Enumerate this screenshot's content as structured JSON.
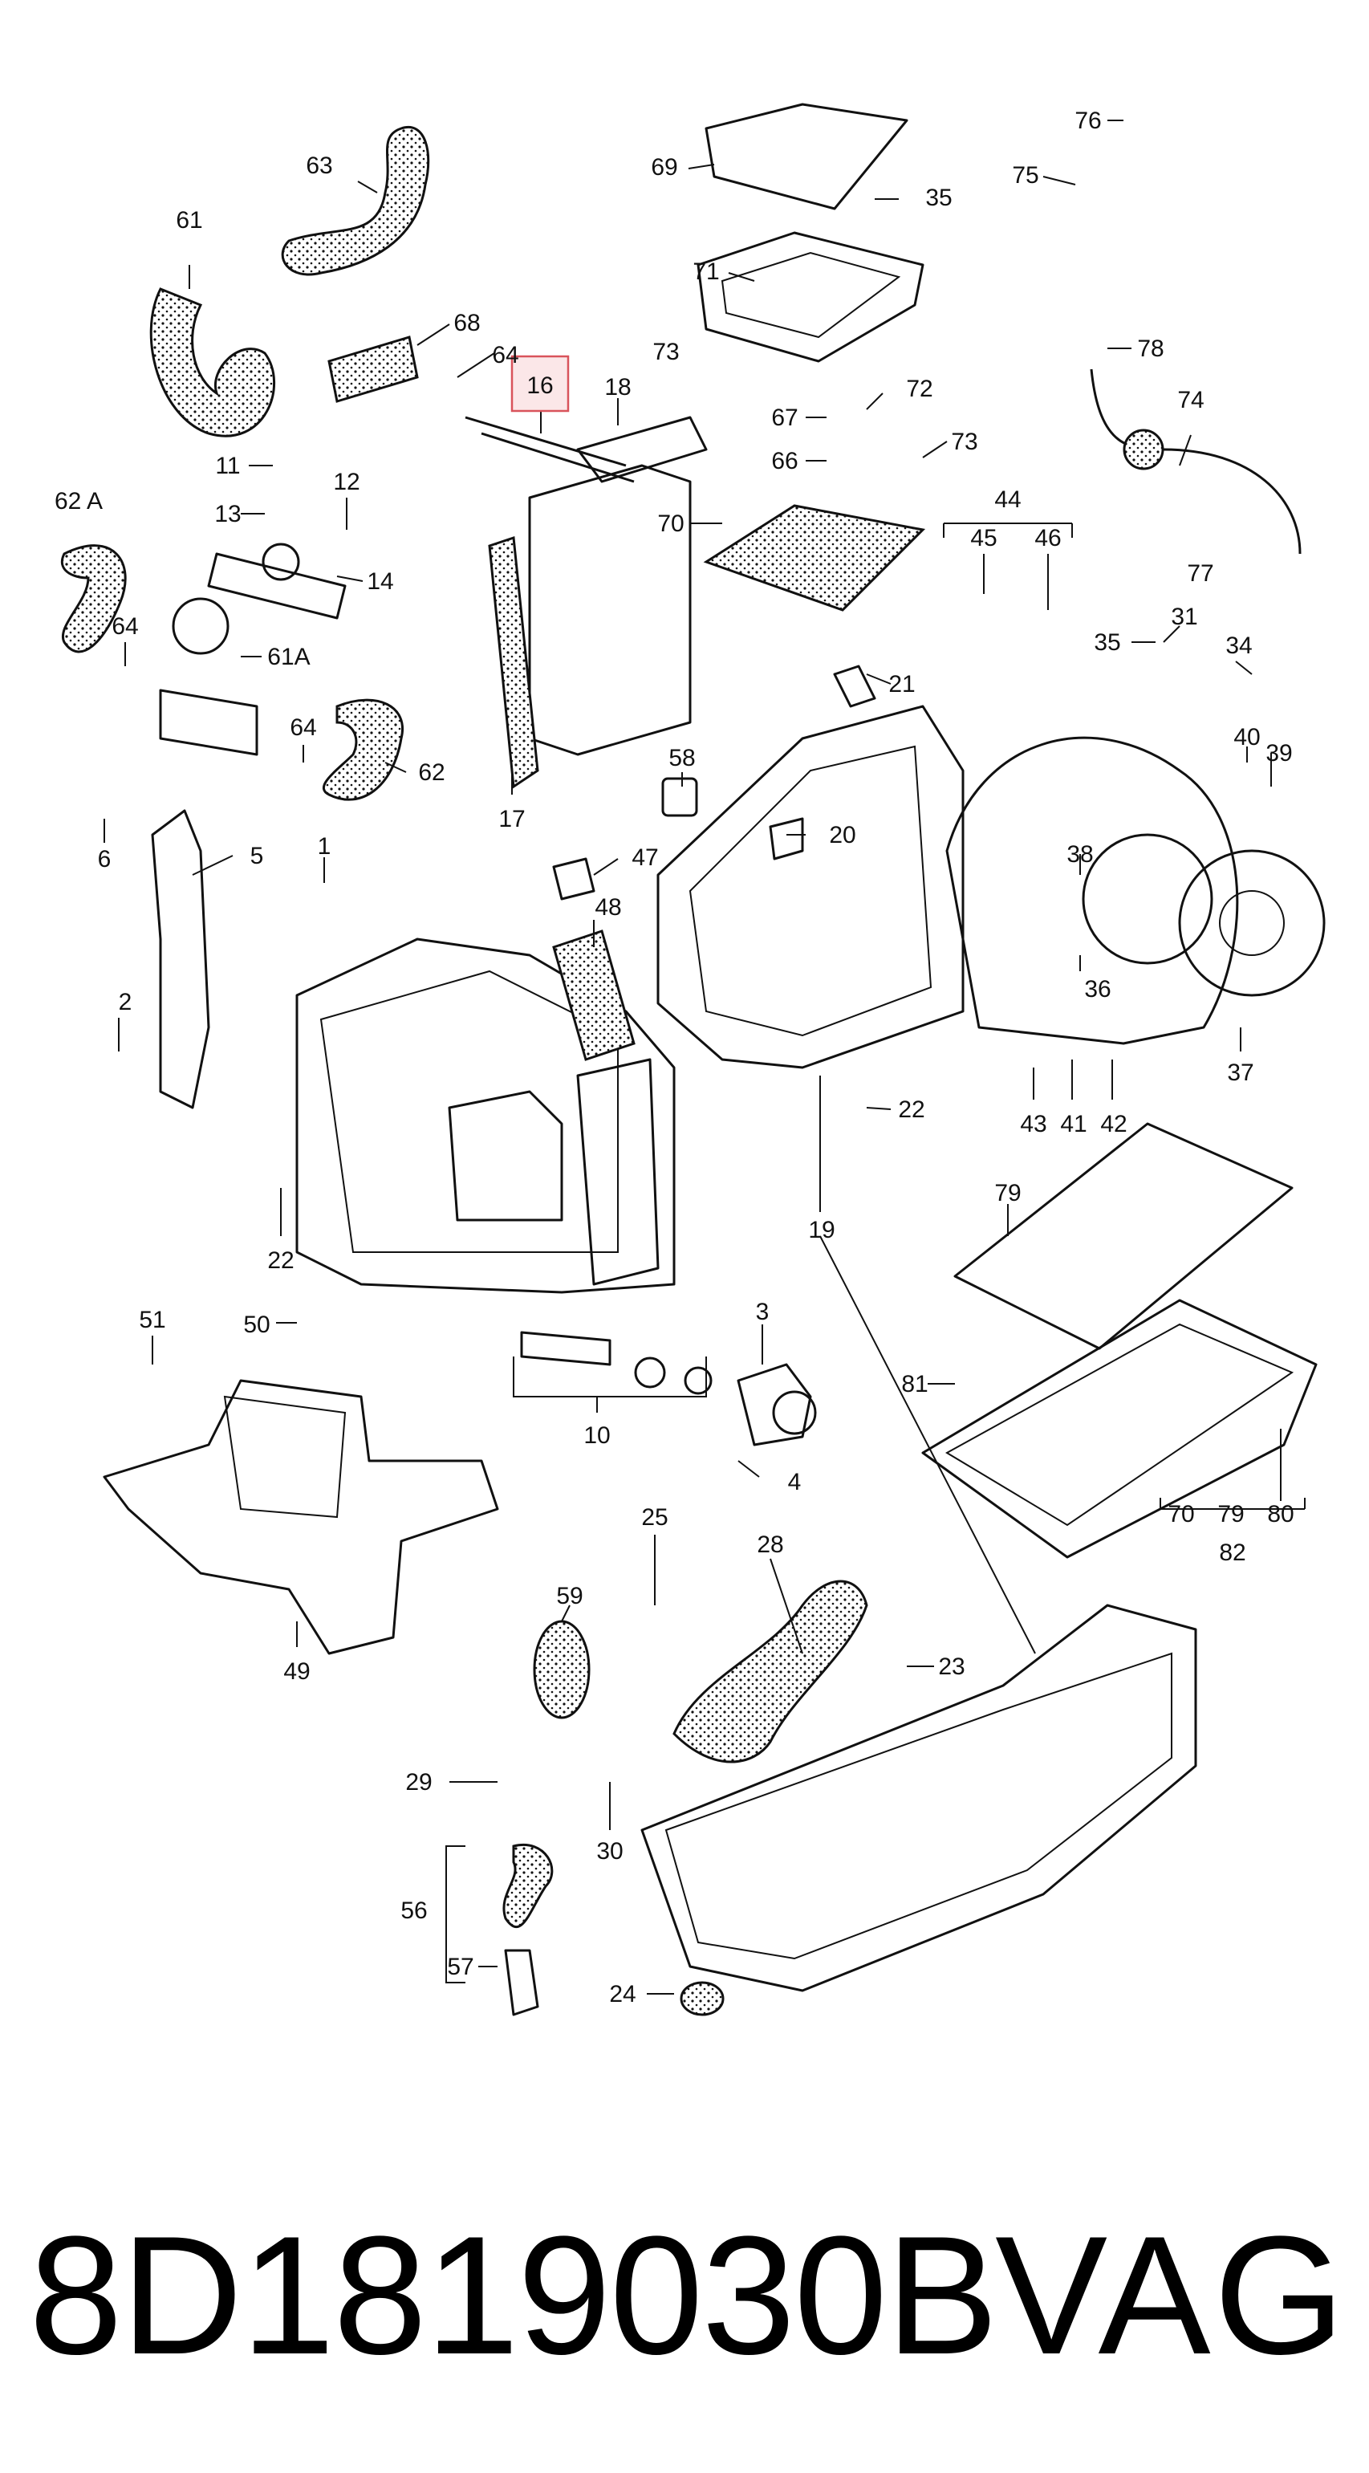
{
  "diagram": {
    "labels": [
      {
        "id": "63",
        "text": "63"
      },
      {
        "id": "61",
        "text": "61"
      },
      {
        "id": "68",
        "text": "68"
      },
      {
        "id": "64a",
        "text": "64"
      },
      {
        "id": "16",
        "text": "16"
      },
      {
        "id": "18",
        "text": "18"
      },
      {
        "id": "69",
        "text": "69"
      },
      {
        "id": "35a",
        "text": "35"
      },
      {
        "id": "76",
        "text": "76"
      },
      {
        "id": "75",
        "text": "75"
      },
      {
        "id": "71",
        "text": "71"
      },
      {
        "id": "78",
        "text": "78"
      },
      {
        "id": "73a",
        "text": "73"
      },
      {
        "id": "67",
        "text": "67"
      },
      {
        "id": "72",
        "text": "72"
      },
      {
        "id": "74",
        "text": "74"
      },
      {
        "id": "11",
        "text": "11"
      },
      {
        "id": "12",
        "text": "12"
      },
      {
        "id": "66",
        "text": "66"
      },
      {
        "id": "73b",
        "text": "73"
      },
      {
        "id": "62A",
        "text": "62 A"
      },
      {
        "id": "13",
        "text": "13"
      },
      {
        "id": "14",
        "text": "14"
      },
      {
        "id": "70",
        "text": "70"
      },
      {
        "id": "44",
        "text": "44"
      },
      {
        "id": "45",
        "text": "45"
      },
      {
        "id": "46",
        "text": "46"
      },
      {
        "id": "77",
        "text": "77"
      },
      {
        "id": "64b",
        "text": "64"
      },
      {
        "id": "61A",
        "text": "61A"
      },
      {
        "id": "31",
        "text": "31"
      },
      {
        "id": "35b",
        "text": "35"
      },
      {
        "id": "34",
        "text": "34"
      },
      {
        "id": "21",
        "text": "21"
      },
      {
        "id": "64c",
        "text": "64"
      },
      {
        "id": "62",
        "text": "62"
      },
      {
        "id": "58",
        "text": "58"
      },
      {
        "id": "40",
        "text": "40"
      },
      {
        "id": "39",
        "text": "39"
      },
      {
        "id": "6",
        "text": "6"
      },
      {
        "id": "17",
        "text": "17"
      },
      {
        "id": "20",
        "text": "20"
      },
      {
        "id": "5",
        "text": "5"
      },
      {
        "id": "1",
        "text": "1"
      },
      {
        "id": "47",
        "text": "47"
      },
      {
        "id": "38",
        "text": "38"
      },
      {
        "id": "48",
        "text": "48"
      },
      {
        "id": "36",
        "text": "36"
      },
      {
        "id": "2",
        "text": "2"
      },
      {
        "id": "37",
        "text": "37"
      },
      {
        "id": "43",
        "text": "43"
      },
      {
        "id": "41",
        "text": "41"
      },
      {
        "id": "42",
        "text": "42"
      },
      {
        "id": "22a",
        "text": "22"
      },
      {
        "id": "22b",
        "text": "22"
      },
      {
        "id": "19",
        "text": "19"
      },
      {
        "id": "79a",
        "text": "79"
      },
      {
        "id": "51",
        "text": "51"
      },
      {
        "id": "50",
        "text": "50"
      },
      {
        "id": "3",
        "text": "3"
      },
      {
        "id": "81",
        "text": "81"
      },
      {
        "id": "10",
        "text": "10"
      },
      {
        "id": "4",
        "text": "4"
      },
      {
        "id": "70b",
        "text": "70"
      },
      {
        "id": "79b",
        "text": "79"
      },
      {
        "id": "80",
        "text": "80"
      },
      {
        "id": "82",
        "text": "82"
      },
      {
        "id": "25",
        "text": "25"
      },
      {
        "id": "28",
        "text": "28"
      },
      {
        "id": "59",
        "text": "59"
      },
      {
        "id": "23",
        "text": "23"
      },
      {
        "id": "49",
        "text": "49"
      },
      {
        "id": "29",
        "text": "29"
      },
      {
        "id": "30",
        "text": "30"
      },
      {
        "id": "56",
        "text": "56"
      },
      {
        "id": "57",
        "text": "57"
      },
      {
        "id": "24",
        "text": "24"
      }
    ],
    "highlighted_part": "16",
    "highlight_color": "#d9535b"
  },
  "footer": {
    "part_number": "8D1819030B",
    "brand": "VAG"
  }
}
